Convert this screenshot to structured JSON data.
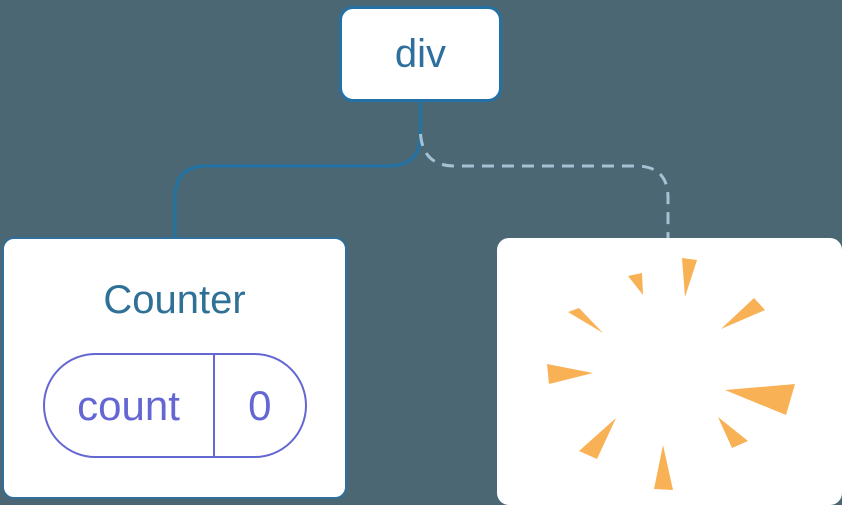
{
  "colors": {
    "background": "#4B6773",
    "node_fill": "#FFFFFF",
    "edge_solid": "#2173A6",
    "edge_dashed": "#A4C2D3",
    "root_border": "#2471A6",
    "root_text": "#2E6F9E",
    "counter_border": "#2E6F9D",
    "counter_title": "#2E7096",
    "state_pill": "#6467D2",
    "poof": "#F9B155"
  },
  "tree": {
    "root": {
      "label": "div"
    },
    "counter": {
      "title": "Counter",
      "state": {
        "name": "count",
        "value": "0"
      }
    },
    "removed": {
      "icon": "poof-starburst"
    }
  }
}
